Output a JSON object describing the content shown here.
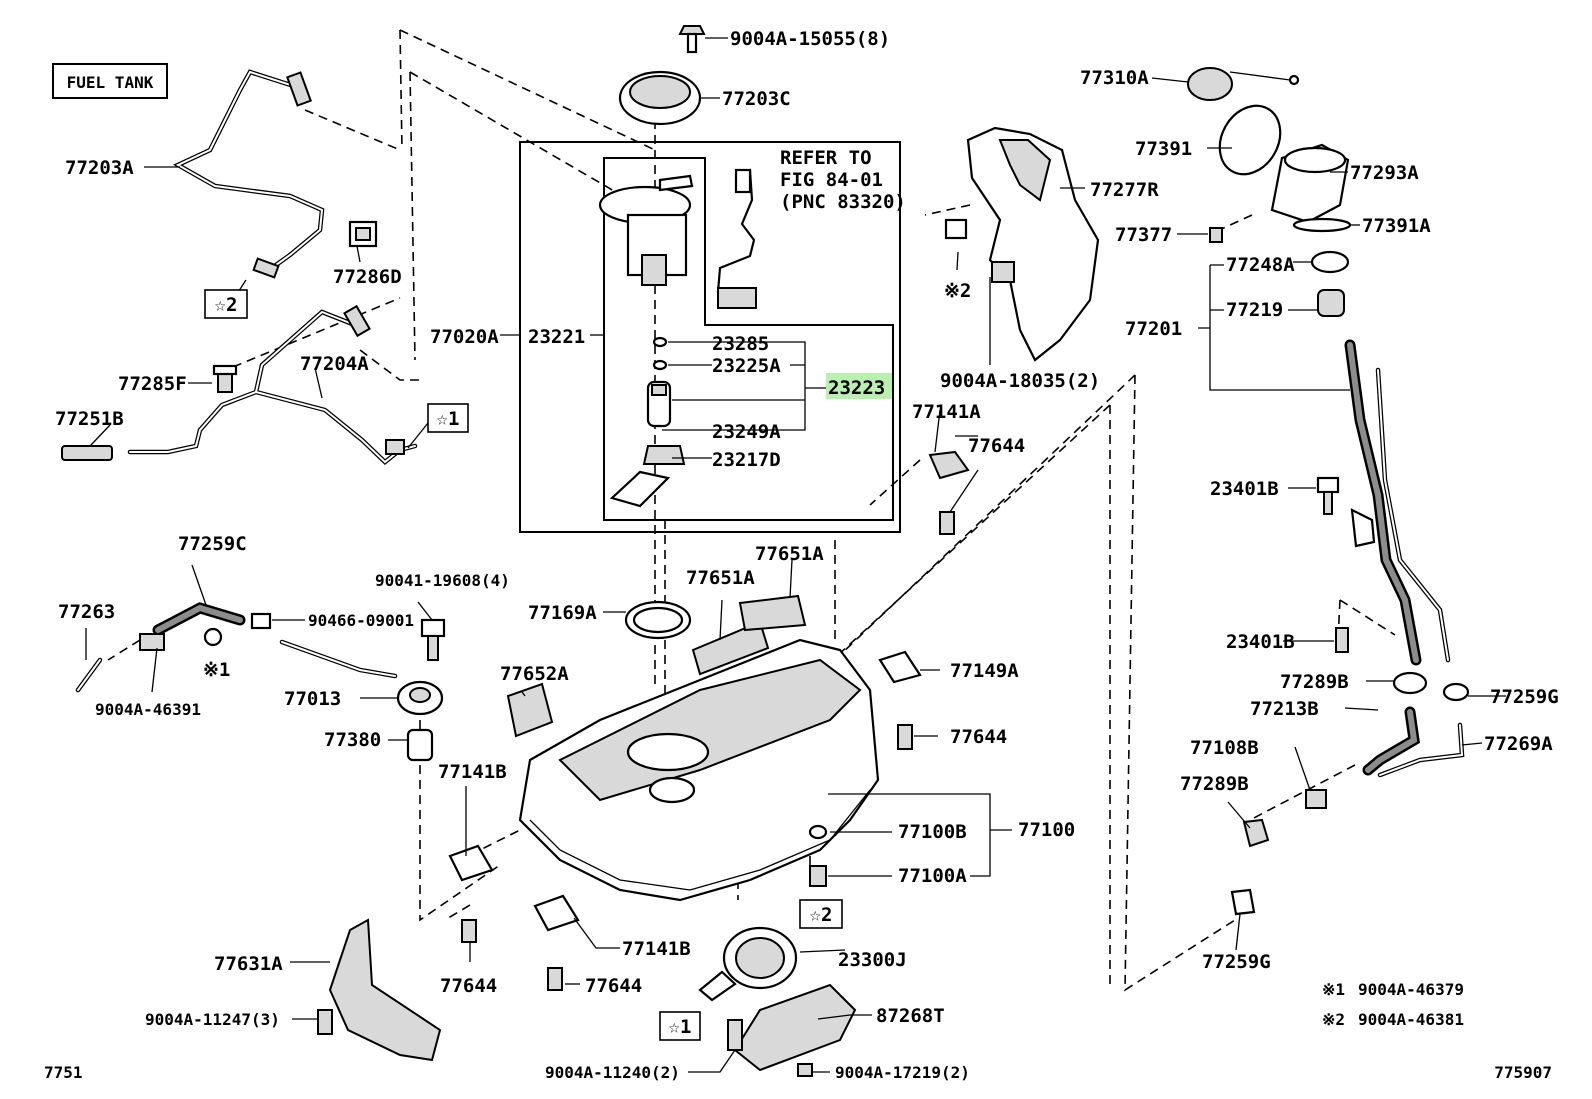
{
  "header": {
    "section_title": "FUEL TANK"
  },
  "callouts": {
    "c9004A15055": "9004A-15055(8)",
    "c77203C": "77203C",
    "c77203A": "77203A",
    "c77286D": "77286D",
    "star2_a": "☆2",
    "c77020A": "77020A",
    "c23221": "23221",
    "refer_line1": "REFER TO",
    "refer_line2": "FIG 84-01",
    "refer_line3": "(PNC 83320)",
    "c23285": "23285",
    "c23225A": "23225A",
    "c23223": "23223",
    "c23249A": "23249A",
    "c23217D": "23217D",
    "c77285F": "77285F",
    "c77204A": "77204A",
    "c77251B": "77251B",
    "star1_a": "☆1",
    "c77277R": "77277R",
    "ref2_a": "※2",
    "c9004A18035": "9004A-18035(2)",
    "c77141A": "77141A",
    "c77644_a": "77644",
    "c77310A": "77310A",
    "c77391": "77391",
    "c77293A": "77293A",
    "c77377": "77377",
    "c77391A": "77391A",
    "c77248A": "77248A",
    "c77219": "77219",
    "c77201": "77201",
    "c23401B_a": "23401B",
    "c23401B_b": "23401B",
    "c77289B_a": "77289B",
    "c77259G_a": "77259G",
    "c77213B": "77213B",
    "c77269A": "77269A",
    "c77108B": "77108B",
    "c77289B_b": "77289B",
    "c77259G_b": "77259G",
    "c77259C": "77259C",
    "c77263": "77263",
    "c90041": "90041-19608(4)",
    "c90466": "90466-09001",
    "ref1_a": "※1",
    "c9004A46391": "9004A-46391",
    "c77013": "77013",
    "c77380": "77380",
    "c77169A": "77169A",
    "c77651A_a": "77651A",
    "c77651A_b": "77651A",
    "c77652A": "77652A",
    "c77141B_a": "77141B",
    "c77149A": "77149A",
    "c77644_b": "77644",
    "c77100B": "77100B",
    "c77100": "77100",
    "c77100A": "77100A",
    "star2_b": "☆2",
    "c23300J": "23300J",
    "c77141B_b": "77141B",
    "c77644_c": "77644",
    "c77644_d": "77644",
    "c77631A": "77631A",
    "c9004A11247": "9004A-11247(3)",
    "star1_b": "☆1",
    "c87268T": "87268T",
    "c9004A11240": "9004A-11240(2)",
    "c9004A17219": "9004A-17219(2)"
  },
  "notes": {
    "note1_mark": "※1",
    "note1_part": "9004A-46379",
    "note2_mark": "※2",
    "note2_part": "9004A-46381"
  },
  "footer": {
    "left_code": "7751",
    "right_code": "775907"
  },
  "highlight_color": "#b9f0b0"
}
